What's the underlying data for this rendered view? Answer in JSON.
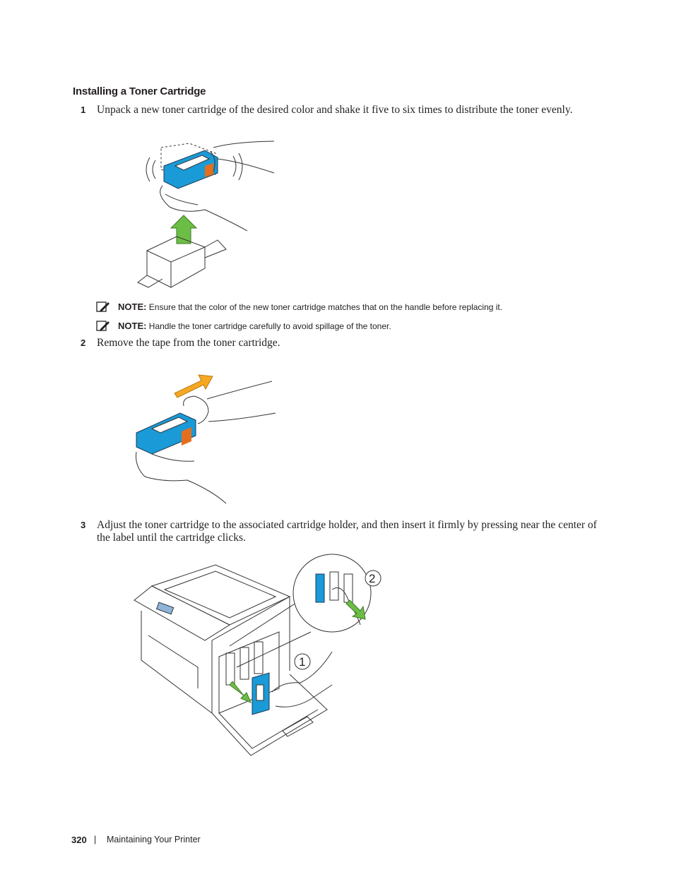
{
  "section": {
    "title": "Installing a Toner Cartridge"
  },
  "steps": [
    {
      "num": "1",
      "text": "Unpack a new toner cartridge of the desired color and shake it five to six times to distribute the toner evenly."
    },
    {
      "num": "2",
      "text": "Remove the tape from the toner cartridge."
    },
    {
      "num": "3",
      "line1": "Adjust the toner cartridge to the associated cartridge holder, and then insert it firmly by pressing near the center of",
      "line2": "the label until the cartridge clicks."
    }
  ],
  "notes": [
    {
      "label": "NOTE:",
      "text": "Ensure that the color of the new toner cartridge matches that on the handle before replacing it."
    },
    {
      "label": "NOTE:",
      "text": "Handle the toner cartridge carefully to avoid spillage of the toner."
    }
  ],
  "figure3": {
    "callout1": "1",
    "callout2": "2"
  },
  "footer": {
    "page_number": "320",
    "separator": "|",
    "chapter": "Maintaining Your Printer"
  },
  "colors": {
    "cartridge_blue": "#1a9ad6",
    "arrow_green": "#6cbd45",
    "arrow_orange": "#f7a823",
    "tape_orange": "#e36f1e"
  }
}
